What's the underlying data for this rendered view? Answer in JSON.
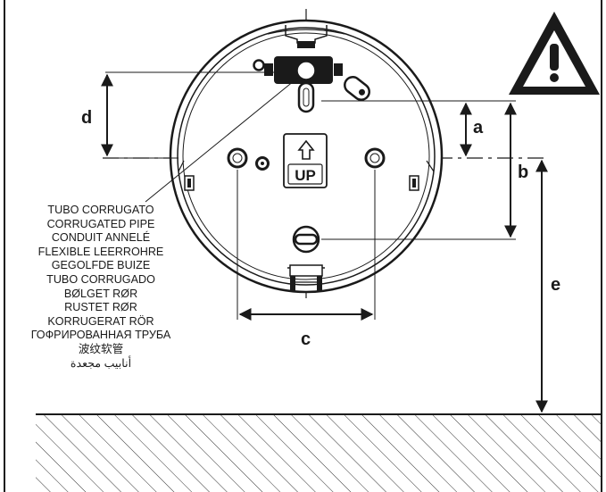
{
  "dimensions": {
    "a": "a",
    "b": "b",
    "c": "c",
    "d": "d",
    "e": "e"
  },
  "plate_marking": "UP",
  "warning_icon": "warning-triangle-icon",
  "pipe_labels": [
    "TUBO CORRUGATO",
    "CORRUGATED PIPE",
    "CONDUIT ANNELÉ",
    "FLEXIBLE LEERROHRE",
    "GEGOLFDE BUIZE",
    "TUBO CORRUGADO",
    "BØLGET RØR",
    "RUSTET RØR",
    "KORRUGERAT RÖR",
    "ГОФРИРОВАННАЯ ТРУБА",
    "波纹软管",
    "أنابيب مجعدة"
  ]
}
